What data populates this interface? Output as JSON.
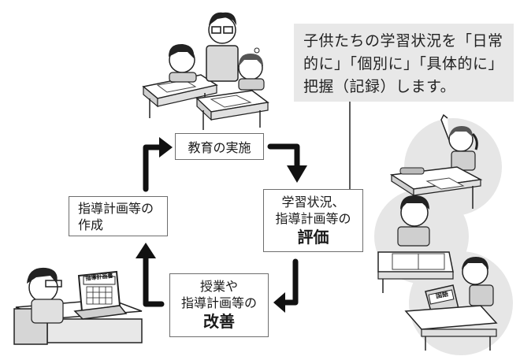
{
  "callout": {
    "lines": [
      "子供たちの学習状況を「日常",
      "的に」「個別に」「具体的に」",
      "把握（記録）します。"
    ]
  },
  "cycle": {
    "implementation": {
      "label": "教育の実施"
    },
    "evaluation": {
      "lines": [
        "学習状況、",
        "指導計画等の"
      ],
      "emphasis": "評価"
    },
    "improvement": {
      "lines": [
        "授業や",
        "指導計画等の"
      ],
      "emphasis": "改善"
    },
    "planning": {
      "lines": [
        "指導計画等の",
        "作成"
      ]
    }
  },
  "illustrations": {
    "laptop_screen_text": "指導計画書",
    "textbook_title": "国語"
  },
  "colors": {
    "callout_bg": "#e8e8e8",
    "circle_bg": "#e6e6e6",
    "arrow": "#111111",
    "box_border": "#6e6e6e"
  }
}
